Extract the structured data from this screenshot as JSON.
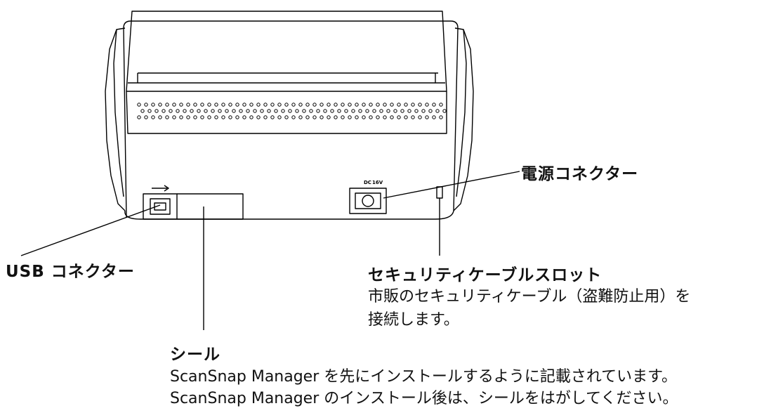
{
  "labels": {
    "power": {
      "title": "電源コネクター"
    },
    "usb": {
      "title": "USB コネクター"
    },
    "security": {
      "title": "セキュリティケーブルスロット",
      "desc": [
        "市販のセキュリティケーブル（盗難防止用）を",
        "接続します。"
      ]
    },
    "seal": {
      "title": "シール",
      "desc": [
        "ScanSnap Manager を先にインストールするように記載されています。",
        "ScanSnap Manager のインストール後は、シールをはがしてください。"
      ]
    }
  },
  "device": {
    "dc_label": [
      "DC",
      "16V"
    ]
  },
  "colors": {
    "line": "#000000",
    "background": "#ffffff"
  }
}
